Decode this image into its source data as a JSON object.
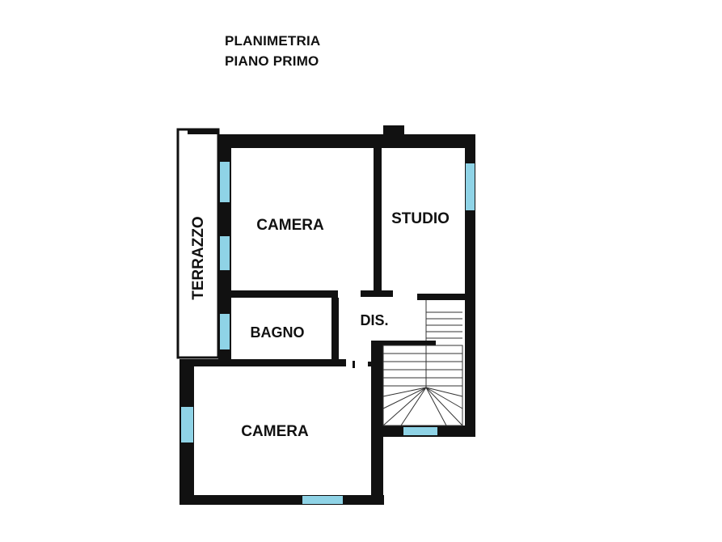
{
  "title": {
    "line1": "PLANIMETRIA",
    "line2": "PIANO PRIMO"
  },
  "rooms": {
    "camera_top": "CAMERA",
    "studio": "STUDIO",
    "terrazzo": "TERRAZZO",
    "bagno": "BAGNO",
    "disimpegno": "DIS.",
    "camera_bottom": "CAMERA"
  },
  "colors": {
    "wall": "#111111",
    "window": "#8fd3e6",
    "background": "#ffffff"
  }
}
